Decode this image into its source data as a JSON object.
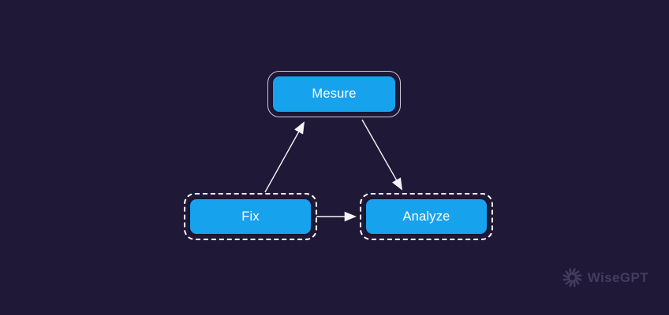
{
  "diagram": {
    "nodes": [
      {
        "id": "mesure",
        "label": "Mesure",
        "style": "selected",
        "position": "top-center"
      },
      {
        "id": "fix",
        "label": "Fix",
        "style": "dashed",
        "position": "bottom-left"
      },
      {
        "id": "analyze",
        "label": "Analyze",
        "style": "dashed",
        "position": "bottom-right"
      }
    ],
    "edges": [
      {
        "from": "fix",
        "to": "mesure"
      },
      {
        "from": "mesure",
        "to": "analyze"
      },
      {
        "from": "fix",
        "to": "analyze"
      }
    ]
  },
  "watermark": {
    "label": "WiseGPT"
  },
  "colors": {
    "background": "#1f1937",
    "node_fill": "#17a2ed",
    "node_text": "#ffffff",
    "dashed_outline": "#ffffff",
    "selection_ring": "#c9c7d8",
    "arrow": "#f5f4fa",
    "watermark": "#423d5e"
  }
}
